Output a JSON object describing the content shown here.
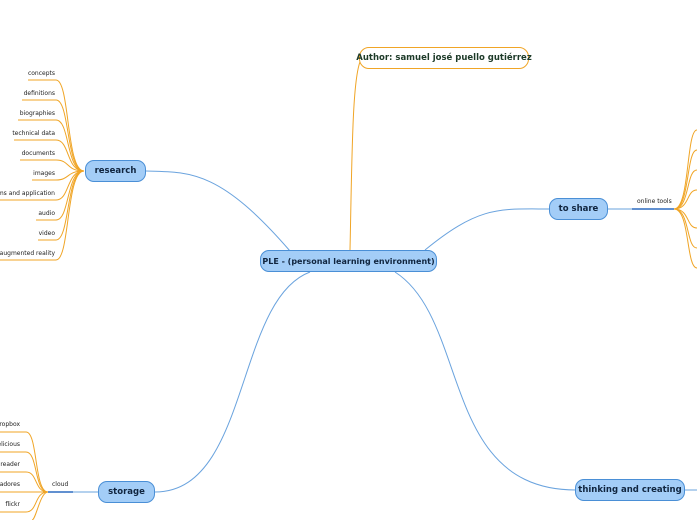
{
  "map": {
    "center": "PLE - (personal learning environment)",
    "author": "Author: samuel josé puello gutiérrez",
    "research": {
      "label": "research",
      "items": [
        "concepts",
        "definitions",
        "biographies",
        "technical data",
        "documents",
        "images",
        "ems and application",
        "audio",
        "video",
        "augmented reality"
      ]
    },
    "to_share": {
      "label": "to share",
      "sub": "online tools"
    },
    "storage": {
      "label": "storage",
      "sub": "cloud",
      "items": [
        "ropbox",
        "elicious",
        "reader",
        "adores",
        "flickr"
      ]
    },
    "thinking": {
      "label": "thinking and creating"
    }
  },
  "colors": {
    "node_fill": "#a3cdf7",
    "node_border": "#4a8fd6",
    "branch_orange": "#f0a526",
    "link_blue": "#6aa3de"
  }
}
